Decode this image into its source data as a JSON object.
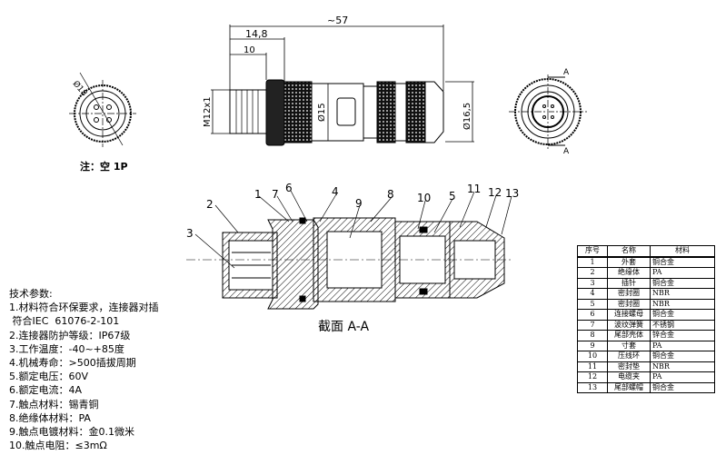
{
  "front_view_left": {
    "diameter_label": "Ø18",
    "note": "注：空 1P"
  },
  "side_view": {
    "overall_length": "~57",
    "dim_nut": "14,8",
    "dim_thread": "10",
    "thread_label": "M12x1",
    "body_diameter": "Ø15",
    "tail_diameter": "Ø16,5"
  },
  "front_view_right": {
    "section_mark_top": "A",
    "section_mark_bottom": "A"
  },
  "section": {
    "title": "截面  A-A",
    "callouts": [
      "1",
      "2",
      "3",
      "4",
      "5",
      "6",
      "7",
      "8",
      "9",
      "10",
      "11",
      "12",
      "13"
    ]
  },
  "parts_table": {
    "headers": [
      "序号",
      "名称",
      "材料"
    ],
    "rows": [
      [
        "1",
        "外套",
        "铜合金"
      ],
      [
        "2",
        "绝缘体",
        "PA"
      ],
      [
        "3",
        "插针",
        "铜合金"
      ],
      [
        "4",
        "密封圈",
        "NBR"
      ],
      [
        "5",
        "密封圈",
        "NBR"
      ],
      [
        "6",
        "连接螺母",
        "铜合金"
      ],
      [
        "7",
        "波纹弹簧",
        "不锈钢"
      ],
      [
        "8",
        "尾部壳体",
        "锌合金"
      ],
      [
        "9",
        "寸套",
        "PA"
      ],
      [
        "10",
        "压线环",
        "铜合金"
      ],
      [
        "11",
        "密封垫",
        "NBR"
      ],
      [
        "12",
        "电缆夹",
        "PA"
      ],
      [
        "13",
        "尾部螺帽",
        "铜合金"
      ]
    ]
  },
  "tech_params": {
    "title": "技术参数:",
    "items": [
      "1.材料符合环保要求，连接器对插",
      " 符合IEC  61076-2-101",
      "2.连接器防护等级：IP67级",
      "3.工作温度：-40~+85度",
      "4.机械寿命：>500插拔周期",
      "5.额定电压：60V",
      "6.额定电流：4A",
      "7.触点材料：锡青铜",
      "8.绝缘体材料：PA",
      "9.触点电镀材料：金0.1微米",
      "10.触点电阻：≤3mΩ"
    ]
  }
}
